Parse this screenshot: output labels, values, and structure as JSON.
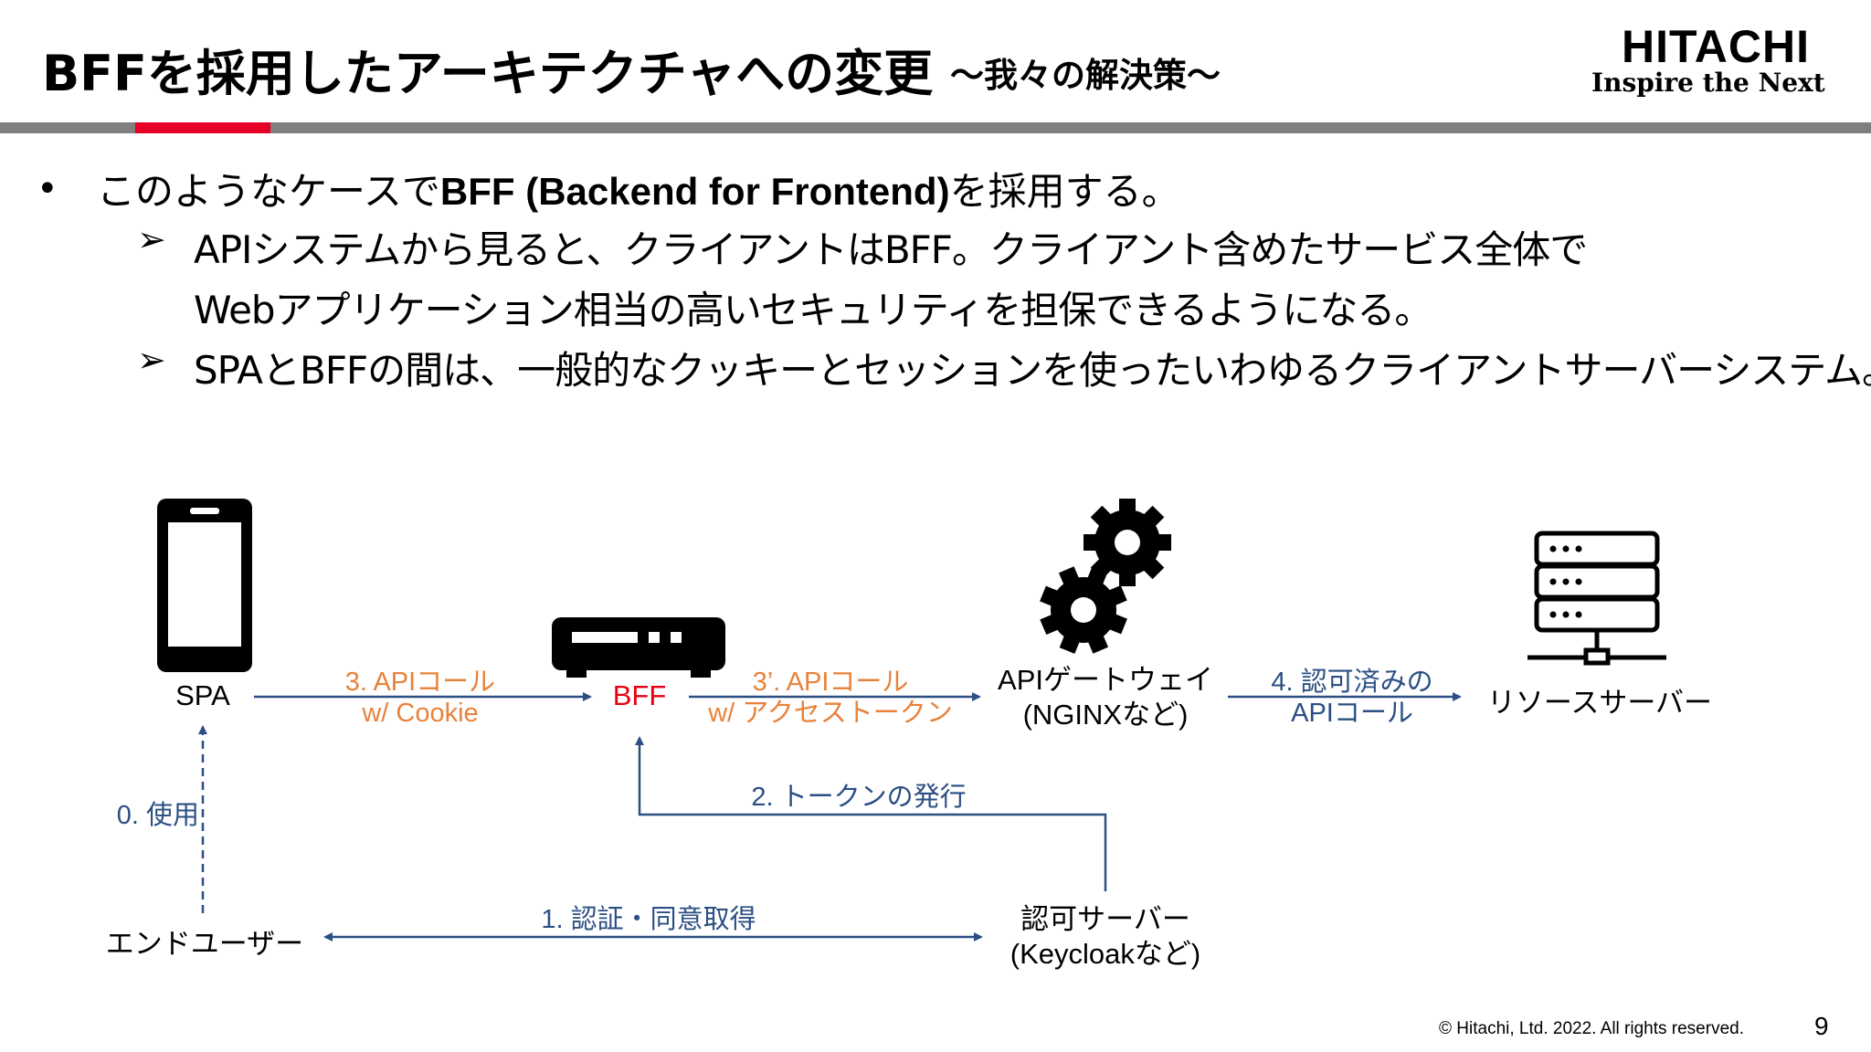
{
  "header": {
    "title": "BFFを採用したアーキテクチャへの変更",
    "subtitle": "～我々の解決策～",
    "logo_name": "HITACHI",
    "logo_slogan": "Inspire the Next"
  },
  "bullets": {
    "main_prefix": "このようなケースで",
    "main_bold": "BFF (Backend for Frontend)",
    "main_suffix": "を採用する。",
    "sub_marker": "➢",
    "sub1_line1": "APIシステムから見ると、クライアントはBFF。クライアント含めたサービス全体で",
    "sub1_line2": "Webアプリケーション相当の高いセキュリティを担保できるようになる。",
    "sub2": "SPAとBFFの間は、一般的なクッキーとセッションを使ったいわゆるクライアントサーバーシステム。"
  },
  "diagram": {
    "nodes": {
      "spa": "SPA",
      "bff": "BFF",
      "gateway_line1": "APIゲートウェイ",
      "gateway_line2": "(NGINXなど)",
      "resource": "リソースサーバー",
      "enduser": "エンドユーザー",
      "auth_line1": "認可サーバー",
      "auth_line2": "(Keycloakなど)"
    },
    "edges": {
      "e3_line1": "3. APIコール",
      "e3_line2": "w/ Cookie",
      "e3p_line1": "3’. APIコール",
      "e3p_line2": "w/ アクセストークン",
      "e4_line1": "4. 認可済みの",
      "e4_line2": "APIコール",
      "e2": "2. トークンの発行",
      "e1": "1. 認証・同意取得",
      "e0": "0. 使用"
    },
    "icons": [
      "smartphone-icon",
      "router-icon",
      "gears-icon",
      "server-icon"
    ],
    "colors": {
      "orange": "#e8823a",
      "navy": "#2b4f83",
      "red": "#e60012",
      "arrow": "#2b4f83"
    }
  },
  "footer": {
    "copyright": "© Hitachi, Ltd. 2022. All rights reserved.",
    "page": "9"
  }
}
